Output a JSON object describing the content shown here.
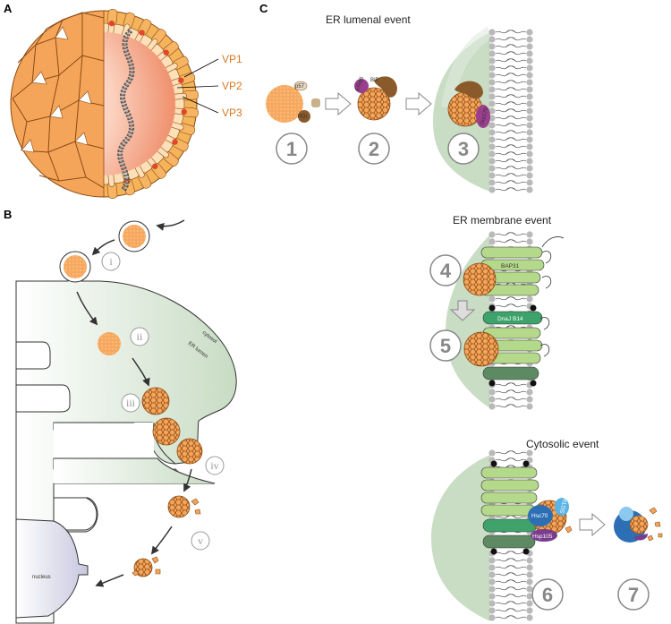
{
  "panels": {
    "a": "A",
    "b": "B",
    "c": "C"
  },
  "capsid_labels": {
    "vp1": "VP1",
    "vp2": "VP2",
    "vp3": "VP3"
  },
  "pathway": {
    "steps": [
      "i",
      "ii",
      "iii",
      "iv",
      "v"
    ],
    "cytosol": "cytosol",
    "er_lumen": "ER lumen",
    "nucleus": "nucleus"
  },
  "events": {
    "lumenal": "ER lumenal event",
    "membrane": "ER membrane event",
    "cytosolic": "Cytosolic event"
  },
  "steps": [
    "1",
    "2",
    "3",
    "4",
    "5",
    "6",
    "7"
  ],
  "proteins": {
    "p57": "p57",
    "pdi": "PDI",
    "erdj5": "ERdj5",
    "bip": "BiP",
    "grp170": "Grp170",
    "bap31": "BAP31",
    "dnajb14": "DnaJ B14",
    "hsc70": "Hsc70",
    "sgta": "SGTA",
    "hsp105": "Hsp105"
  },
  "colors": {
    "capsid": "#f5a55a",
    "capsid_edge": "#8a4a14",
    "er_green": "#cfdfcb",
    "bap31": "#b5d98a",
    "dnajb14": "#3da36a",
    "dark_tm": "#5e8a63",
    "hsc70": "#2d6fb5",
    "sgta": "#5ab4e6",
    "hsp105": "#7a3d8c",
    "vp_label": "#d9771e"
  }
}
